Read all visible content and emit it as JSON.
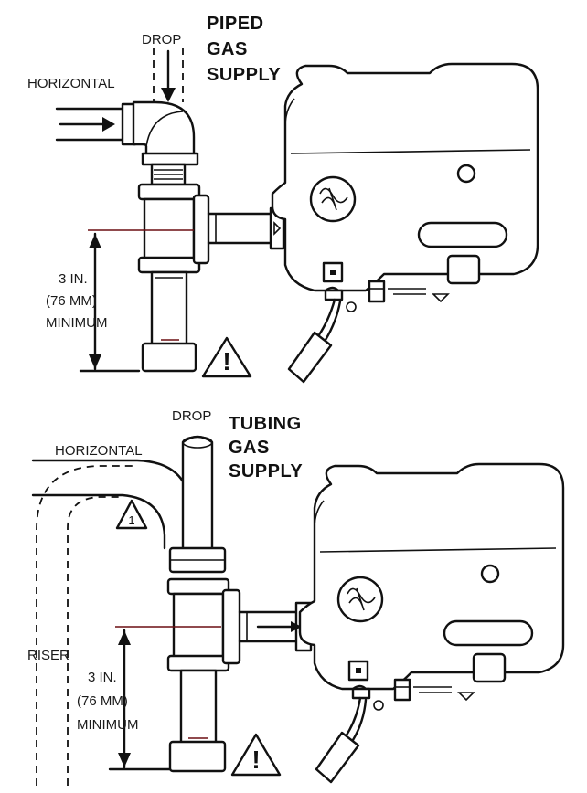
{
  "top_panel": {
    "label_drop": "DROP",
    "label_horizontal": "HORIZONTAL",
    "title_line1": "PIPED",
    "title_line2": "GAS",
    "title_line3": "SUPPLY",
    "dimension_line1": "3 IN.",
    "dimension_line2": "(76 MM)",
    "dimension_line3": "MINIMUM",
    "warning_symbol": "!"
  },
  "bottom_panel": {
    "label_drop": "DROP",
    "label_horizontal": "HORIZONTAL",
    "label_riser": "RISER",
    "note_marker": "1",
    "title_line1": "TUBING",
    "title_line2": "GAS",
    "title_line3": "SUPPLY",
    "dimension_line1": "3 IN.",
    "dimension_line2": "(76 MM)",
    "dimension_line3": "MINIMUM",
    "warning_symbol": "!"
  }
}
